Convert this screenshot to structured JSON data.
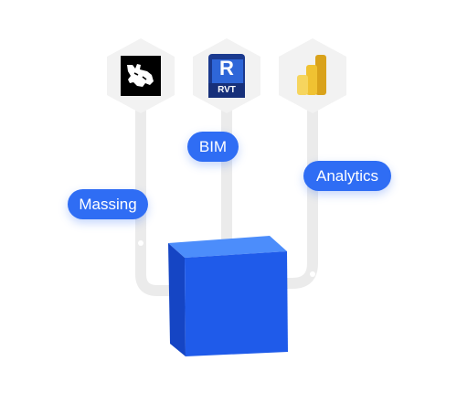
{
  "tools": [
    {
      "name": "rhino",
      "icon": "rhino-logo-icon"
    },
    {
      "name": "revit",
      "icon": "revit-logo-icon",
      "logo_letter": "R",
      "logo_text": "RVT"
    },
    {
      "name": "powerbi",
      "icon": "powerbi-logo-icon"
    }
  ],
  "labels": {
    "massing": "Massing",
    "bim": "BIM",
    "analytics": "Analytics"
  },
  "colors": {
    "pill": "#2f6df4",
    "connector": "#ebebeb",
    "cube_front": "#1f5bea",
    "cube_top": "#4c8dfb",
    "cube_side": "#1545c4"
  }
}
